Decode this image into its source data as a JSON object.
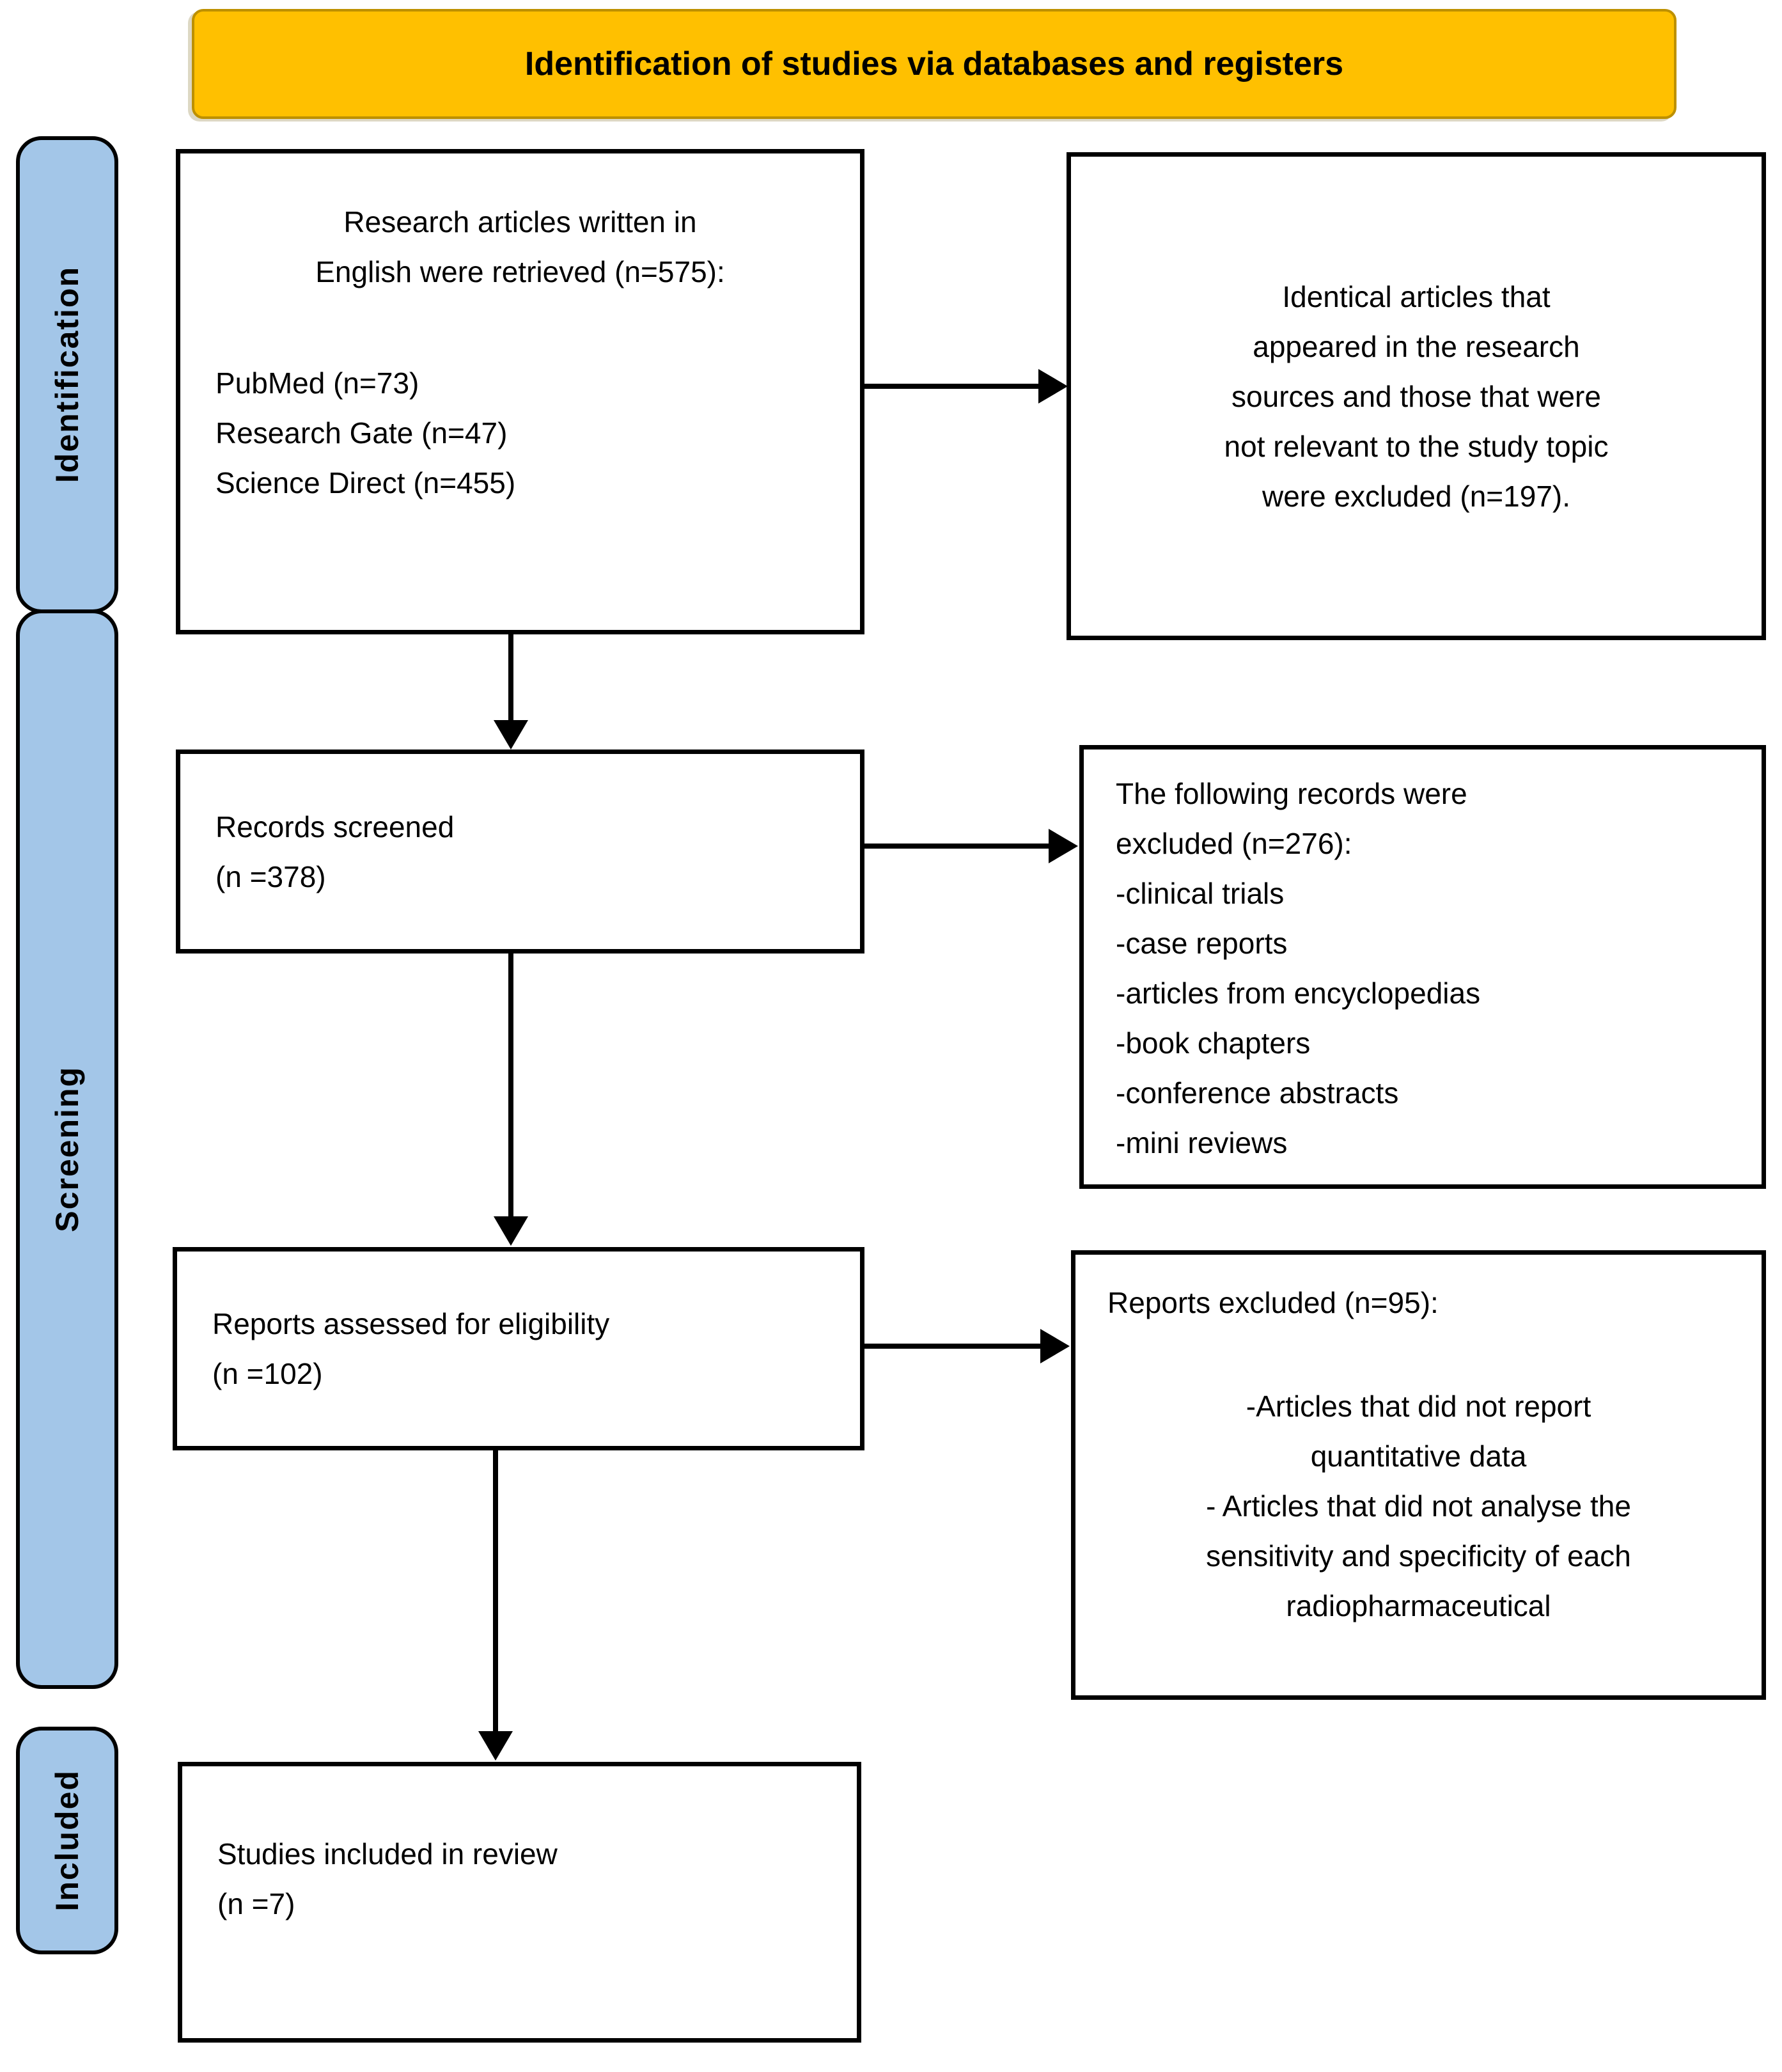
{
  "header": {
    "title": "Identification of studies via databases and registers",
    "bg_color": "#FFC000",
    "border_color": "#BD9000"
  },
  "sidebar": {
    "bg_color": "#A3C6E8",
    "labels": [
      {
        "label": "Identification"
      },
      {
        "label": "Screening"
      },
      {
        "label": "Included"
      }
    ]
  },
  "boxes": {
    "retrieved": {
      "centered_lines": [
        "Research articles written in",
        "English were retrieved (n=575):"
      ],
      "sources": [
        "PubMed (n=73)",
        "Research Gate (n=47)",
        "Science Direct (n=455)"
      ]
    },
    "identical_excluded": {
      "lines": [
        "Identical articles that",
        "appeared in the research",
        "sources and those that were",
        "not relevant to the study topic",
        "were excluded (n=197)."
      ]
    },
    "records_screened": {
      "lines": [
        "Records screened",
        "(n =378)"
      ]
    },
    "records_excluded": {
      "heading_lines": [
        "The following records were",
        "excluded (n=276):"
      ],
      "items": [
        "-clinical trials",
        "-case reports",
        "-articles from encyclopedias",
        "-book chapters",
        "-conference abstracts",
        "-mini reviews"
      ]
    },
    "reports_assessed": {
      "lines": [
        "Reports assessed for eligibility",
        "(n =102)"
      ]
    },
    "reports_excluded": {
      "heading": "Reports excluded (n=95):",
      "bullet1_lines": [
        "-Articles that did not report",
        "quantitative data"
      ],
      "bullet2_lines": [
        "- Articles that did not analyse the",
        "sensitivity and specificity of each",
        "radiopharmaceutical"
      ]
    },
    "included_review": {
      "lines": [
        "Studies included in review",
        "(n =7)"
      ]
    }
  }
}
